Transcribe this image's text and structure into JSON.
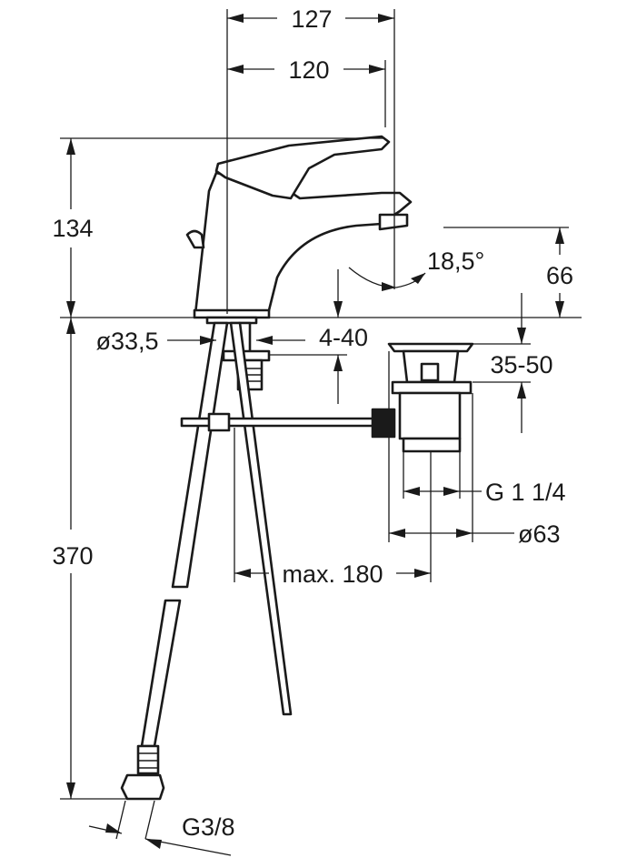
{
  "dimensions": {
    "overall_depth": "127",
    "spout_reach": "120",
    "faucet_height": "134",
    "spout_clearance": "66",
    "spout_angle": "18,5°",
    "body_diameter": "ø33,5",
    "deck_thickness": "4-40",
    "drain_thickness": "35-50",
    "drain_thread": "G 1 1/4",
    "drain_diameter": "ø63",
    "rod_length": "max. 180",
    "hose_length": "370",
    "hose_connection": "G3/8"
  }
}
